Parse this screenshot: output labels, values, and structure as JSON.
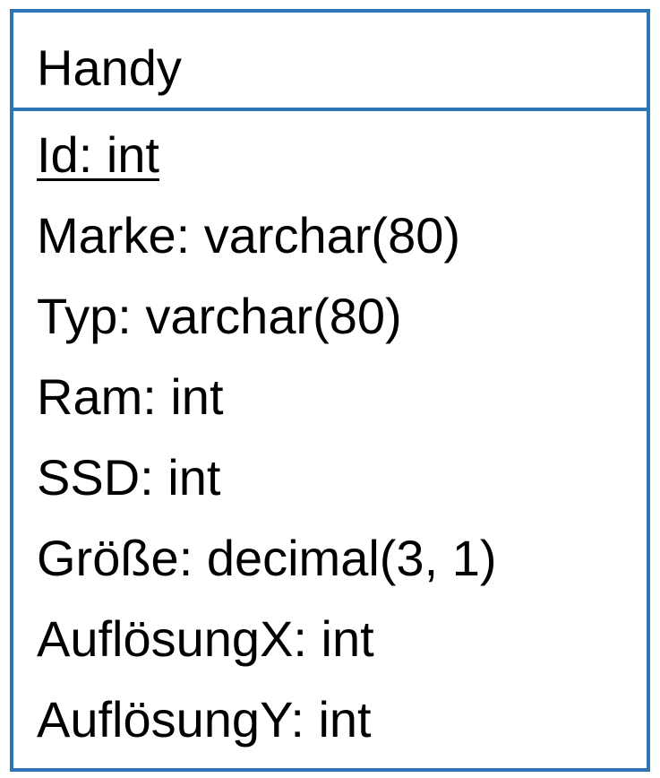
{
  "entity": {
    "name": "Handy",
    "border_color": "#2e75b6",
    "attributes": [
      {
        "text": "Id: int",
        "primary_key": true
      },
      {
        "text": "Marke: varchar(80)",
        "primary_key": false
      },
      {
        "text": "Typ: varchar(80)",
        "primary_key": false
      },
      {
        "text": "Ram: int",
        "primary_key": false
      },
      {
        "text": "SSD: int",
        "primary_key": false
      },
      {
        "text": "Größe: decimal(3, 1)",
        "primary_key": false
      },
      {
        "text": "AuflösungX: int",
        "primary_key": false
      },
      {
        "text": "AuflösungY: int",
        "primary_key": false
      }
    ]
  }
}
